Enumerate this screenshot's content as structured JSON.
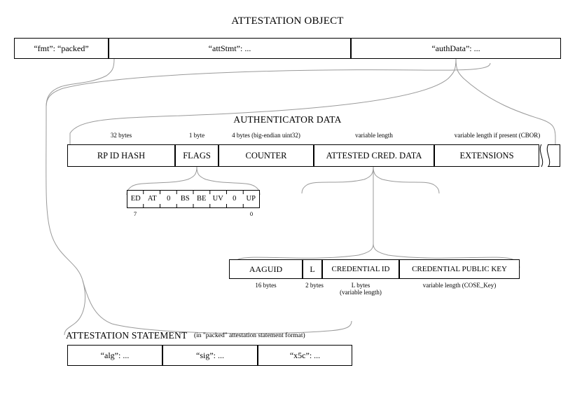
{
  "title": "ATTESTATION OBJECT",
  "attestation_object": {
    "fields": [
      {
        "label": "“fmt”: “packed”"
      },
      {
        "label": "“attStmt”: ..."
      },
      {
        "label": "“authData”: ..."
      }
    ]
  },
  "authenticator_data": {
    "heading": "AUTHENTICATOR DATA",
    "fields": [
      {
        "label": "RP ID HASH",
        "size": "32 bytes"
      },
      {
        "label": "FLAGS",
        "size": "1 byte"
      },
      {
        "label": "COUNTER",
        "size": "4 bytes (big-endian uint32)"
      },
      {
        "label": "ATTESTED CRED. DATA",
        "size": "variable length"
      },
      {
        "label": "EXTENSIONS",
        "size": "variable length if present (CBOR)"
      }
    ]
  },
  "flags": {
    "bits": [
      "ED",
      "AT",
      "0",
      "BS",
      "BE",
      "UV",
      "0",
      "UP"
    ],
    "high_index": "7",
    "low_index": "0"
  },
  "attested_credential_data": {
    "fields": [
      {
        "label": "AAGUID",
        "size": "16 bytes",
        "size2": ""
      },
      {
        "label": "L",
        "size": "2 bytes",
        "size2": ""
      },
      {
        "label": "CREDENTIAL ID",
        "size": "L bytes",
        "size2": "(variable length)"
      },
      {
        "label": "CREDENTIAL PUBLIC KEY",
        "size": "variable length (COSE_Key)",
        "size2": ""
      }
    ]
  },
  "attestation_statement": {
    "heading": "ATTESTATION STATEMENT",
    "note": "(in \"packed\" attestation statement format)",
    "fields": [
      {
        "label": "“alg”: ..."
      },
      {
        "label": "“sig”: ..."
      },
      {
        "label": "“x5c”: ..."
      }
    ]
  },
  "style": {
    "line_color": "#9a9a9a",
    "border_color": "#000000",
    "background": "#ffffff"
  }
}
